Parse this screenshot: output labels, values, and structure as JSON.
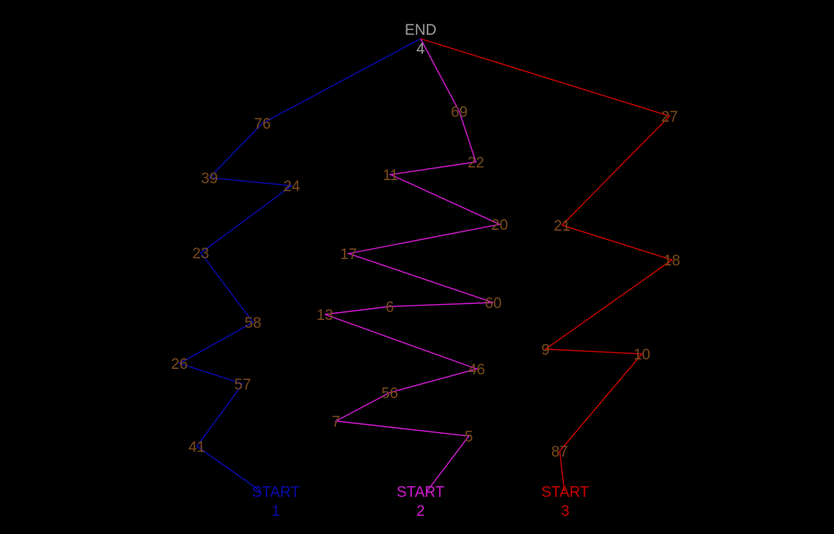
{
  "end": {
    "label": "END",
    "node": "4"
  },
  "colors": {
    "background": "#000000",
    "node_label": "#7a4a1c",
    "end_label": "#9e9e9e"
  },
  "paths": [
    {
      "id": "1",
      "color": "#0a0ab0",
      "start_label": "START",
      "start_number": "1",
      "sequence": [
        "START",
        "41",
        "57",
        "26",
        "58",
        "23",
        "24",
        "39",
        "76",
        "4"
      ]
    },
    {
      "id": "2",
      "color": "#d21ad2",
      "start_label": "START",
      "start_number": "2",
      "sequence": [
        "START",
        "5",
        "7",
        "56",
        "46",
        "13",
        "6",
        "60",
        "17",
        "20",
        "11",
        "22",
        "69",
        "4"
      ]
    },
    {
      "id": "3",
      "color": "#cc0000",
      "start_label": "START",
      "start_number": "3",
      "sequence": [
        "START",
        "87",
        "10",
        "9",
        "18",
        "21",
        "27",
        "4"
      ]
    }
  ]
}
